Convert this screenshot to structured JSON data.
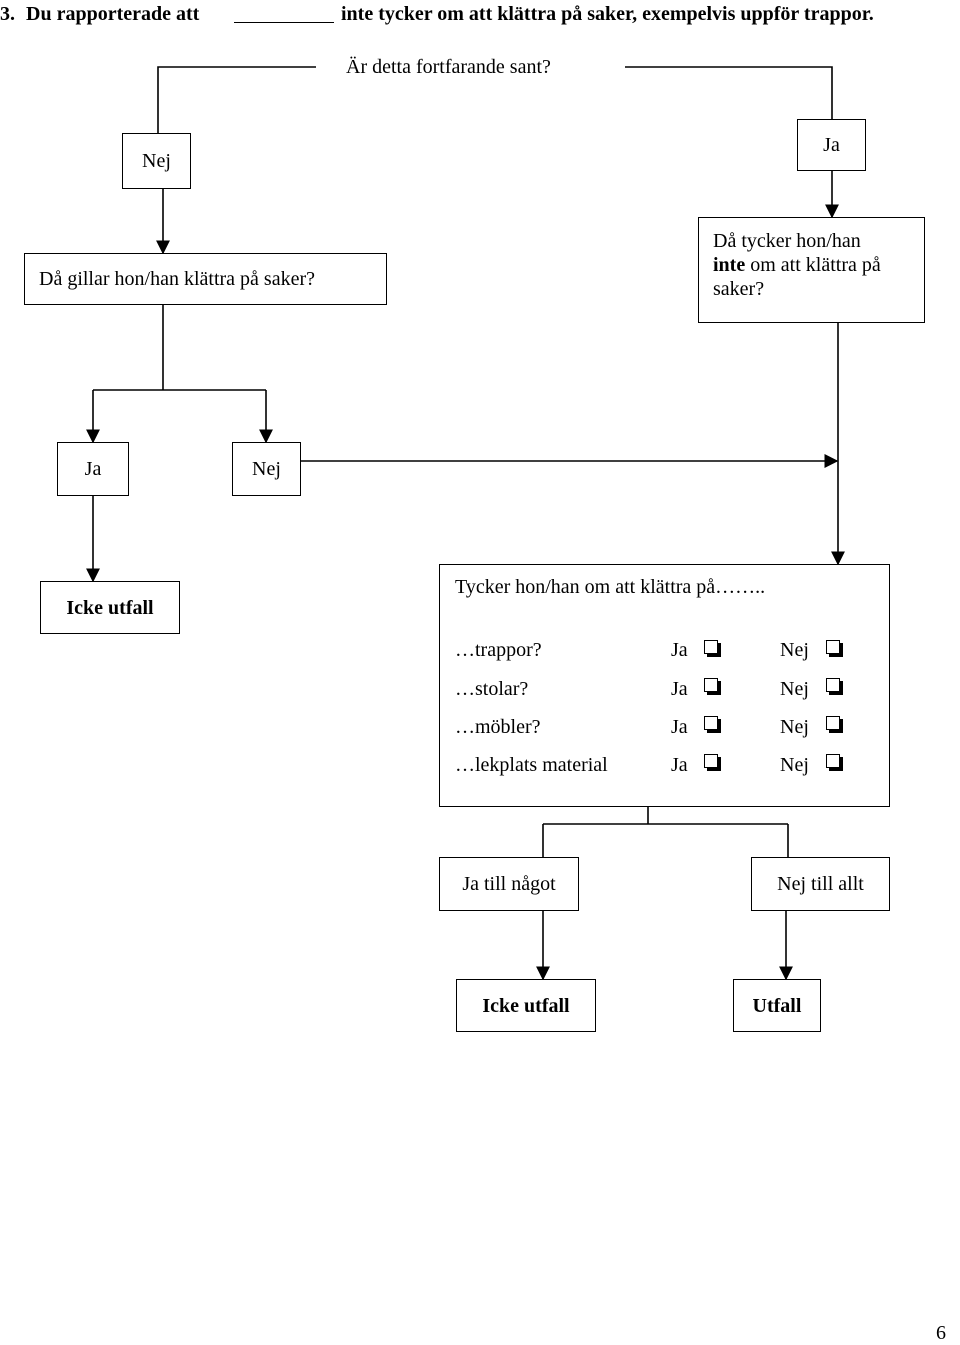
{
  "question": {
    "number": "3.",
    "part1": "Du rapporterade att",
    "part2": "inte tycker om att klättra på saker, exempelvis uppför trappor."
  },
  "prompt": "Är detta fortfarande sant?",
  "nodes": {
    "answer_nej": "Nej",
    "answer_ja": "Ja",
    "q_likes": "Då gillar hon/han klättra på saker?",
    "q_dislikes_line1": "Då tycker hon/han",
    "q_dislikes_bold": "inte",
    "q_dislikes_rest": " om att klättra på",
    "q_dislikes_line3": "saker?",
    "ja2": "Ja",
    "nej2": "Nej",
    "outcome_none_1": "Icke utfall",
    "climb_question": "Tycker hon/han om att klättra på……..",
    "ja_some": "Ja till något",
    "nej_all": "Nej till allt",
    "outcome_none_2": "Icke utfall",
    "outcome": "Utfall"
  },
  "checklist": [
    {
      "item": "…trappor?",
      "ja": "Ja",
      "nej": "Nej"
    },
    {
      "item": "…stolar?",
      "ja": "Ja",
      "nej": "Nej"
    },
    {
      "item": "…möbler?",
      "ja": "Ja",
      "nej": "Nej"
    },
    {
      "item": "…lekplats material",
      "ja": "Ja",
      "nej": "Nej"
    }
  ],
  "page_number": "6"
}
